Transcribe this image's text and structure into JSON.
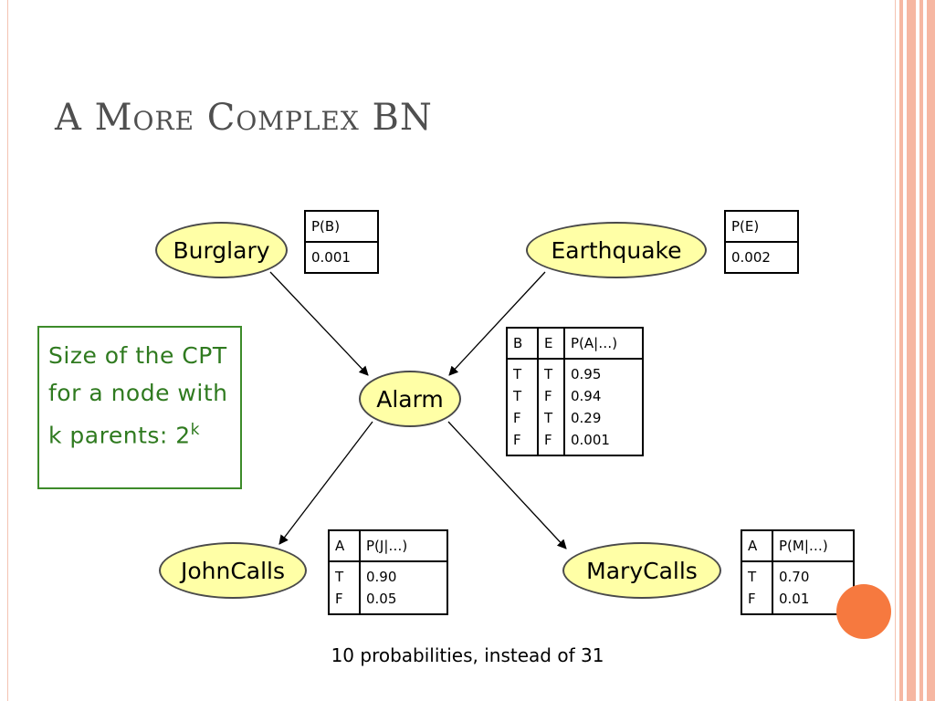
{
  "slide": {
    "title": "A More Complex BN",
    "footer": "10 probabilities, instead of 31"
  },
  "nodes": {
    "burglary": "Burglary",
    "earthquake": "Earthquake",
    "alarm": "Alarm",
    "johncalls": "JohnCalls",
    "marycalls": "MaryCalls"
  },
  "cpt_b": {
    "header": "P(B)",
    "value": "0.001"
  },
  "cpt_e": {
    "header": "P(E)",
    "value": "0.002"
  },
  "cpt_a": {
    "headers": [
      "B",
      "E",
      "P(A|…)"
    ],
    "rows": [
      [
        "T",
        "T",
        "0.95"
      ],
      [
        "T",
        "F",
        "0.94"
      ],
      [
        "F",
        "T",
        "0.29"
      ],
      [
        "F",
        "F",
        "0.001"
      ]
    ]
  },
  "cpt_j": {
    "headers": [
      "A",
      "P(J|…)"
    ],
    "rows": [
      [
        "T",
        "0.90"
      ],
      [
        "F",
        "0.05"
      ]
    ]
  },
  "cpt_m": {
    "headers": [
      "A",
      "P(M|…)"
    ],
    "rows": [
      [
        "T",
        "0.70"
      ],
      [
        "F",
        "0.01"
      ]
    ]
  },
  "note": {
    "text": "Size of the CPT for a node with k parents: 2",
    "superscript": "k"
  },
  "colors": {
    "node_fill": "#ffffa6",
    "note_green": "#2f7a1f",
    "accent_orange": "#f6793f",
    "stripe": "#f6b7a2"
  }
}
